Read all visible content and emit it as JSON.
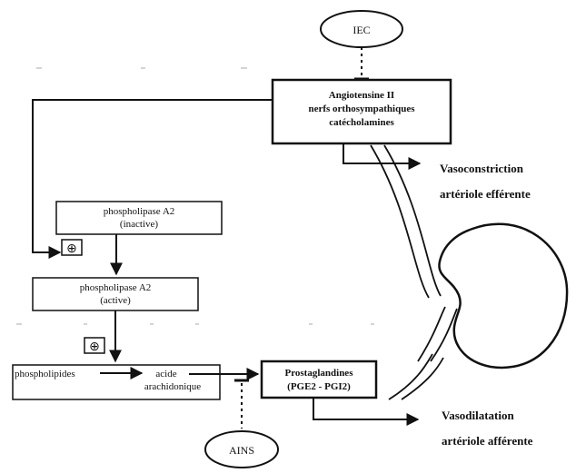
{
  "diagram": {
    "top_node": {
      "label": "IEC"
    },
    "main_box": {
      "line1": "Angiotensine II",
      "line2": "nerfs orthosympathiques",
      "line3": "catécholamines"
    },
    "vasoconstriction": {
      "line1": "Vasoconstriction",
      "line2": "artériole efférente"
    },
    "pla2_inactive": {
      "line1": "phospholipase A2",
      "line2": "(inactive)"
    },
    "pla2_active": {
      "line1": "phospholipase A2",
      "line2": "(active)"
    },
    "plus_sign": "⊕",
    "phospholipides": "phospholipides",
    "acide": {
      "line1": "acide",
      "line2": "arachidonique"
    },
    "prostaglandines": {
      "line1": "Prostaglandines",
      "line2": "(PGE2 - PGI2)"
    },
    "vasodilatation": {
      "line1": "Vasodilatation",
      "line2": "artériole afférente"
    },
    "bottom_node": {
      "label": "AINS"
    }
  }
}
